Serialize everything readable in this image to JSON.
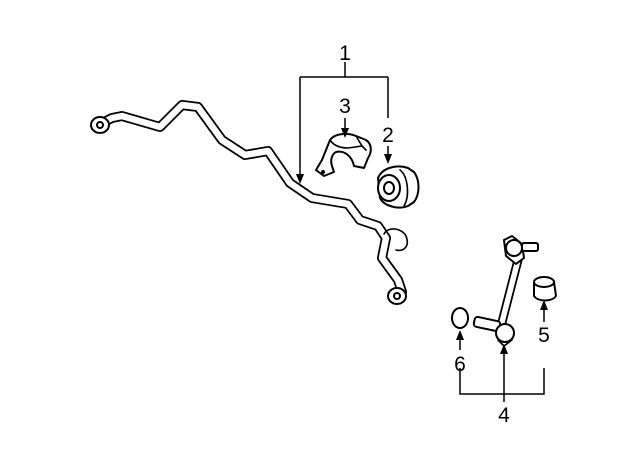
{
  "callouts": [
    {
      "id": "1",
      "text": "1"
    },
    {
      "id": "2",
      "text": "2"
    },
    {
      "id": "3",
      "text": "3"
    },
    {
      "id": "4",
      "text": "4"
    },
    {
      "id": "5",
      "text": "5"
    },
    {
      "id": "6",
      "text": "6"
    }
  ],
  "colors": {
    "ink": "#000000",
    "background": "#ffffff"
  }
}
